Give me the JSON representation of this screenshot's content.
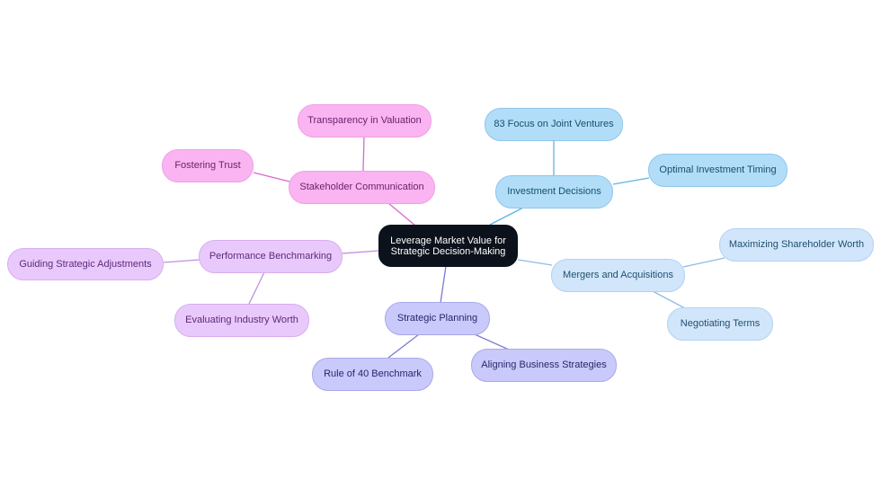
{
  "colors": {
    "stakeholder": "#d868cf",
    "performance": "#c28ee0",
    "strategic": "#7b7bcf",
    "investment": "#5fb3de",
    "mergers": "#8fbde3"
  },
  "root": {
    "line1": "Leverage Market Value for",
    "line2": "Strategic Decision-Making"
  },
  "branches": {
    "stakeholder": {
      "label": "Stakeholder Communication",
      "children": [
        "Transparency in Valuation",
        "Fostering Trust"
      ]
    },
    "performance": {
      "label": "Performance Benchmarking",
      "children": [
        "Guiding Strategic Adjustments",
        "Evaluating Industry Worth"
      ]
    },
    "strategic": {
      "label": "Strategic Planning",
      "children": [
        "Rule of 40 Benchmark",
        "Aligning Business Strategies"
      ]
    },
    "investment": {
      "label": "Investment Decisions",
      "children": [
        "83 Focus on Joint Ventures",
        "Optimal Investment Timing"
      ]
    },
    "mergers": {
      "label": "Mergers and Acquisitions",
      "children": [
        "Maximizing Shareholder Worth",
        "Negotiating Terms"
      ]
    }
  }
}
